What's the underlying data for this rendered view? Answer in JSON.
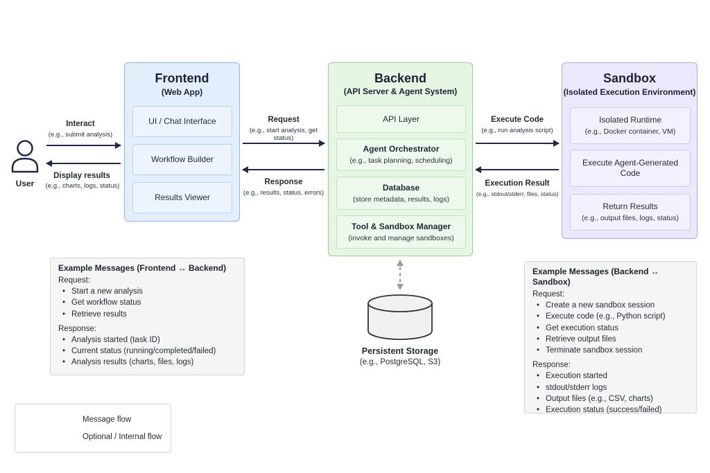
{
  "user": {
    "label": "User"
  },
  "frontend": {
    "title": "Frontend",
    "subtitle": "(Web App)",
    "items": [
      "UI / Chat Interface",
      "Workflow Builder",
      "Results Viewer"
    ]
  },
  "backend": {
    "title": "Backend",
    "subtitle": "(API Server & Agent System)",
    "items": [
      {
        "label": "API Layer",
        "note": ""
      },
      {
        "label": "Agent Orchestrator",
        "note": "(e.g., task planning, scheduling)"
      },
      {
        "label": "Database",
        "note": "(store metadata, results, logs)"
      },
      {
        "label": "Tool & Sandbox Manager",
        "note": "(invoke and manage sandboxes)"
      }
    ]
  },
  "sandbox": {
    "title": "Sandbox",
    "subtitle": "(Isolated Execution Environment)",
    "items": [
      {
        "label": "Isolated Runtime",
        "note": "(e.g., Docker container, VM)"
      },
      {
        "label": "Execute Agent-Generated Code",
        "note": ""
      },
      {
        "label": "Return Results",
        "note": "(e.g., output files, logs, status)"
      }
    ]
  },
  "edges": {
    "interact": {
      "label": "Interact",
      "note": "(e.g., submit analysis)"
    },
    "display": {
      "label": "Display results",
      "note": "(e.g., charts, logs, status)"
    },
    "request": {
      "label": "Request",
      "note": "(e.g., start analysis, get status)"
    },
    "response": {
      "label": "Response",
      "note": "(e.g., results, status, errors)"
    },
    "execute": {
      "label": "Execute Code",
      "note": "(e.g., run analysis script)"
    },
    "exec_result": {
      "label": "Execution Result",
      "note": "(e.g., stdout/stderr, files, status)"
    }
  },
  "storage": {
    "label": "Persistent Storage",
    "note": "(e.g., PostgreSQL, S3)"
  },
  "fe_messages": {
    "title": "Example Messages (Frontend ↔ Backend)",
    "request_label": "Request:",
    "request_items": [
      "Start a new analysis",
      "Get workflow status",
      "Retrieve results"
    ],
    "response_label": "Response:",
    "response_items": [
      "Analysis started (task ID)",
      "Current status (running/completed/failed)",
      "Analysis results (charts, files, logs)"
    ]
  },
  "sb_messages": {
    "title": "Example Messages (Backend ↔ Sandbox)",
    "request_label": "Request:",
    "request_items": [
      "Create a new sandbox session",
      "Execute code (e.g., Python script)",
      "Get execution status",
      "Retrieve output files",
      "Terminate sandbox session"
    ],
    "response_label": "Response:",
    "response_items": [
      "Execution started",
      "stdout/stderr logs",
      "Output files (e.g., CSV, charts)",
      "Execution status (success/failed)"
    ]
  },
  "legend": {
    "message_flow": "Message flow",
    "optional_flow": "Optional / Internal flow"
  },
  "colors": {
    "frontend_fill": "#e3eefc",
    "frontend_border": "#8db3ea",
    "backend_fill": "#e6f5e4",
    "backend_border": "#97cf8f",
    "sandbox_fill": "#ece8fb",
    "sandbox_border": "#b3a5ea",
    "arrow": "#1e2a44",
    "dashed_arrow": "#9a9a9a"
  }
}
